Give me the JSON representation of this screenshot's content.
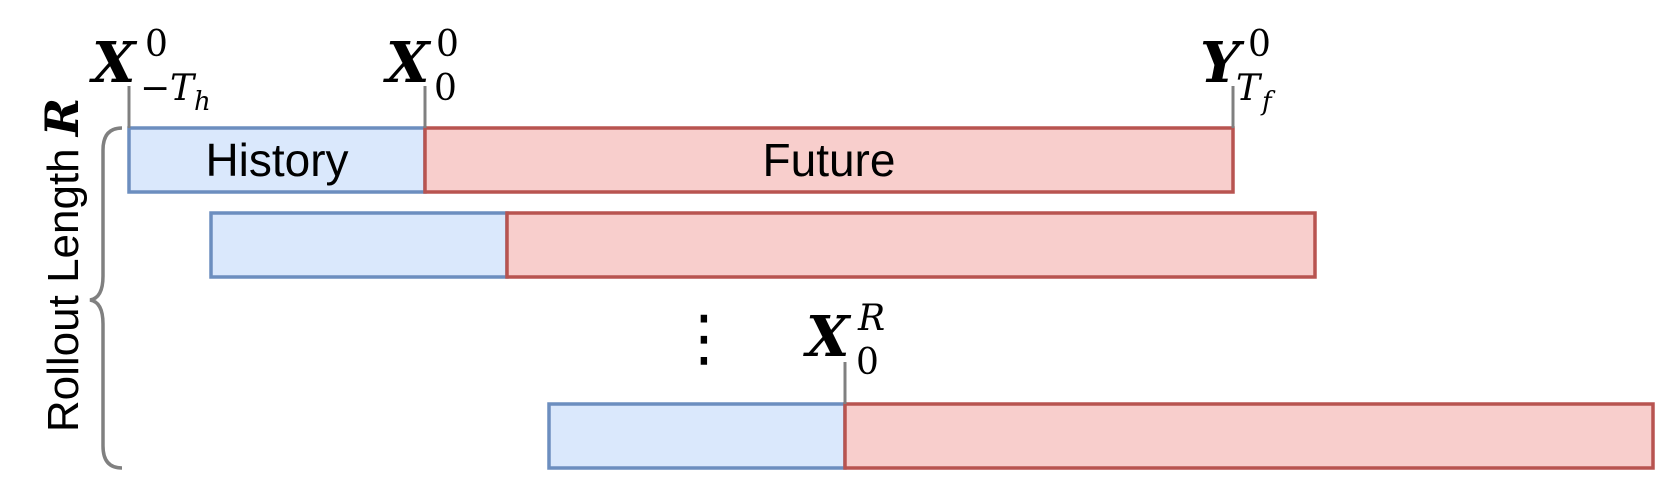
{
  "diagram": {
    "axis_label": {
      "text": "Rollout Length ",
      "symbol": "R"
    },
    "rows": [
      {
        "history_label": "History",
        "future_label": "Future"
      },
      {
        "history_label": "",
        "future_label": ""
      },
      {
        "history_label": "",
        "future_label": ""
      }
    ],
    "ellipsis": "⋮",
    "markers": [
      {
        "symbol": "X",
        "sup": "0",
        "sub_prefix": "−",
        "sub": "T",
        "sub_sub": "h"
      },
      {
        "symbol": "X",
        "sup": "0",
        "sub": "0"
      },
      {
        "symbol": "Y",
        "sup": "0",
        "sub": "T",
        "sub_sub": "f"
      },
      {
        "symbol": "X",
        "sup": "R",
        "sub": "0"
      }
    ],
    "colors": {
      "history_fill": "#dae8fc",
      "history_stroke": "#6c8ebf",
      "future_fill": "#f8cecc",
      "future_stroke": "#b85450",
      "tick": "#808080",
      "brace": "#808080"
    }
  }
}
